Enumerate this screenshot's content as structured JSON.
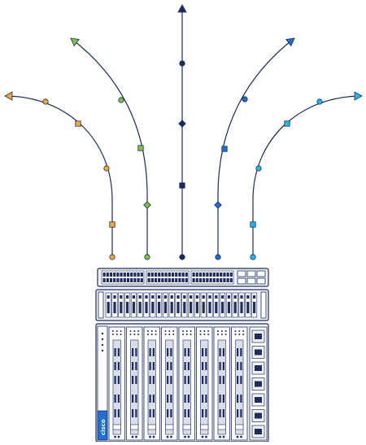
{
  "colors": {
    "navy": "#1b2b5b",
    "outline": "#1f2d5e",
    "panel": "#eef1f7",
    "panel_dark": "#d9deea",
    "orange": "#f2a93b",
    "green": "#7cc243",
    "blue": "#1f6fd1",
    "cyan": "#27b7e6"
  },
  "flows": [
    {
      "id": "orange",
      "color": "orange",
      "end_shape": "arrow-left"
    },
    {
      "id": "green",
      "color": "green",
      "end_shape": "arrow-up-left"
    },
    {
      "id": "navy",
      "color": "navy",
      "end_shape": "arrow-up"
    },
    {
      "id": "blue",
      "color": "blue",
      "end_shape": "arrow-up-right"
    },
    {
      "id": "cyan",
      "color": "cyan",
      "end_shape": "arrow-right"
    }
  ],
  "chassis": {
    "brand": "cisco",
    "line_cards": 8,
    "switch_ports_per_group": 12,
    "switch_port_groups": 3
  }
}
